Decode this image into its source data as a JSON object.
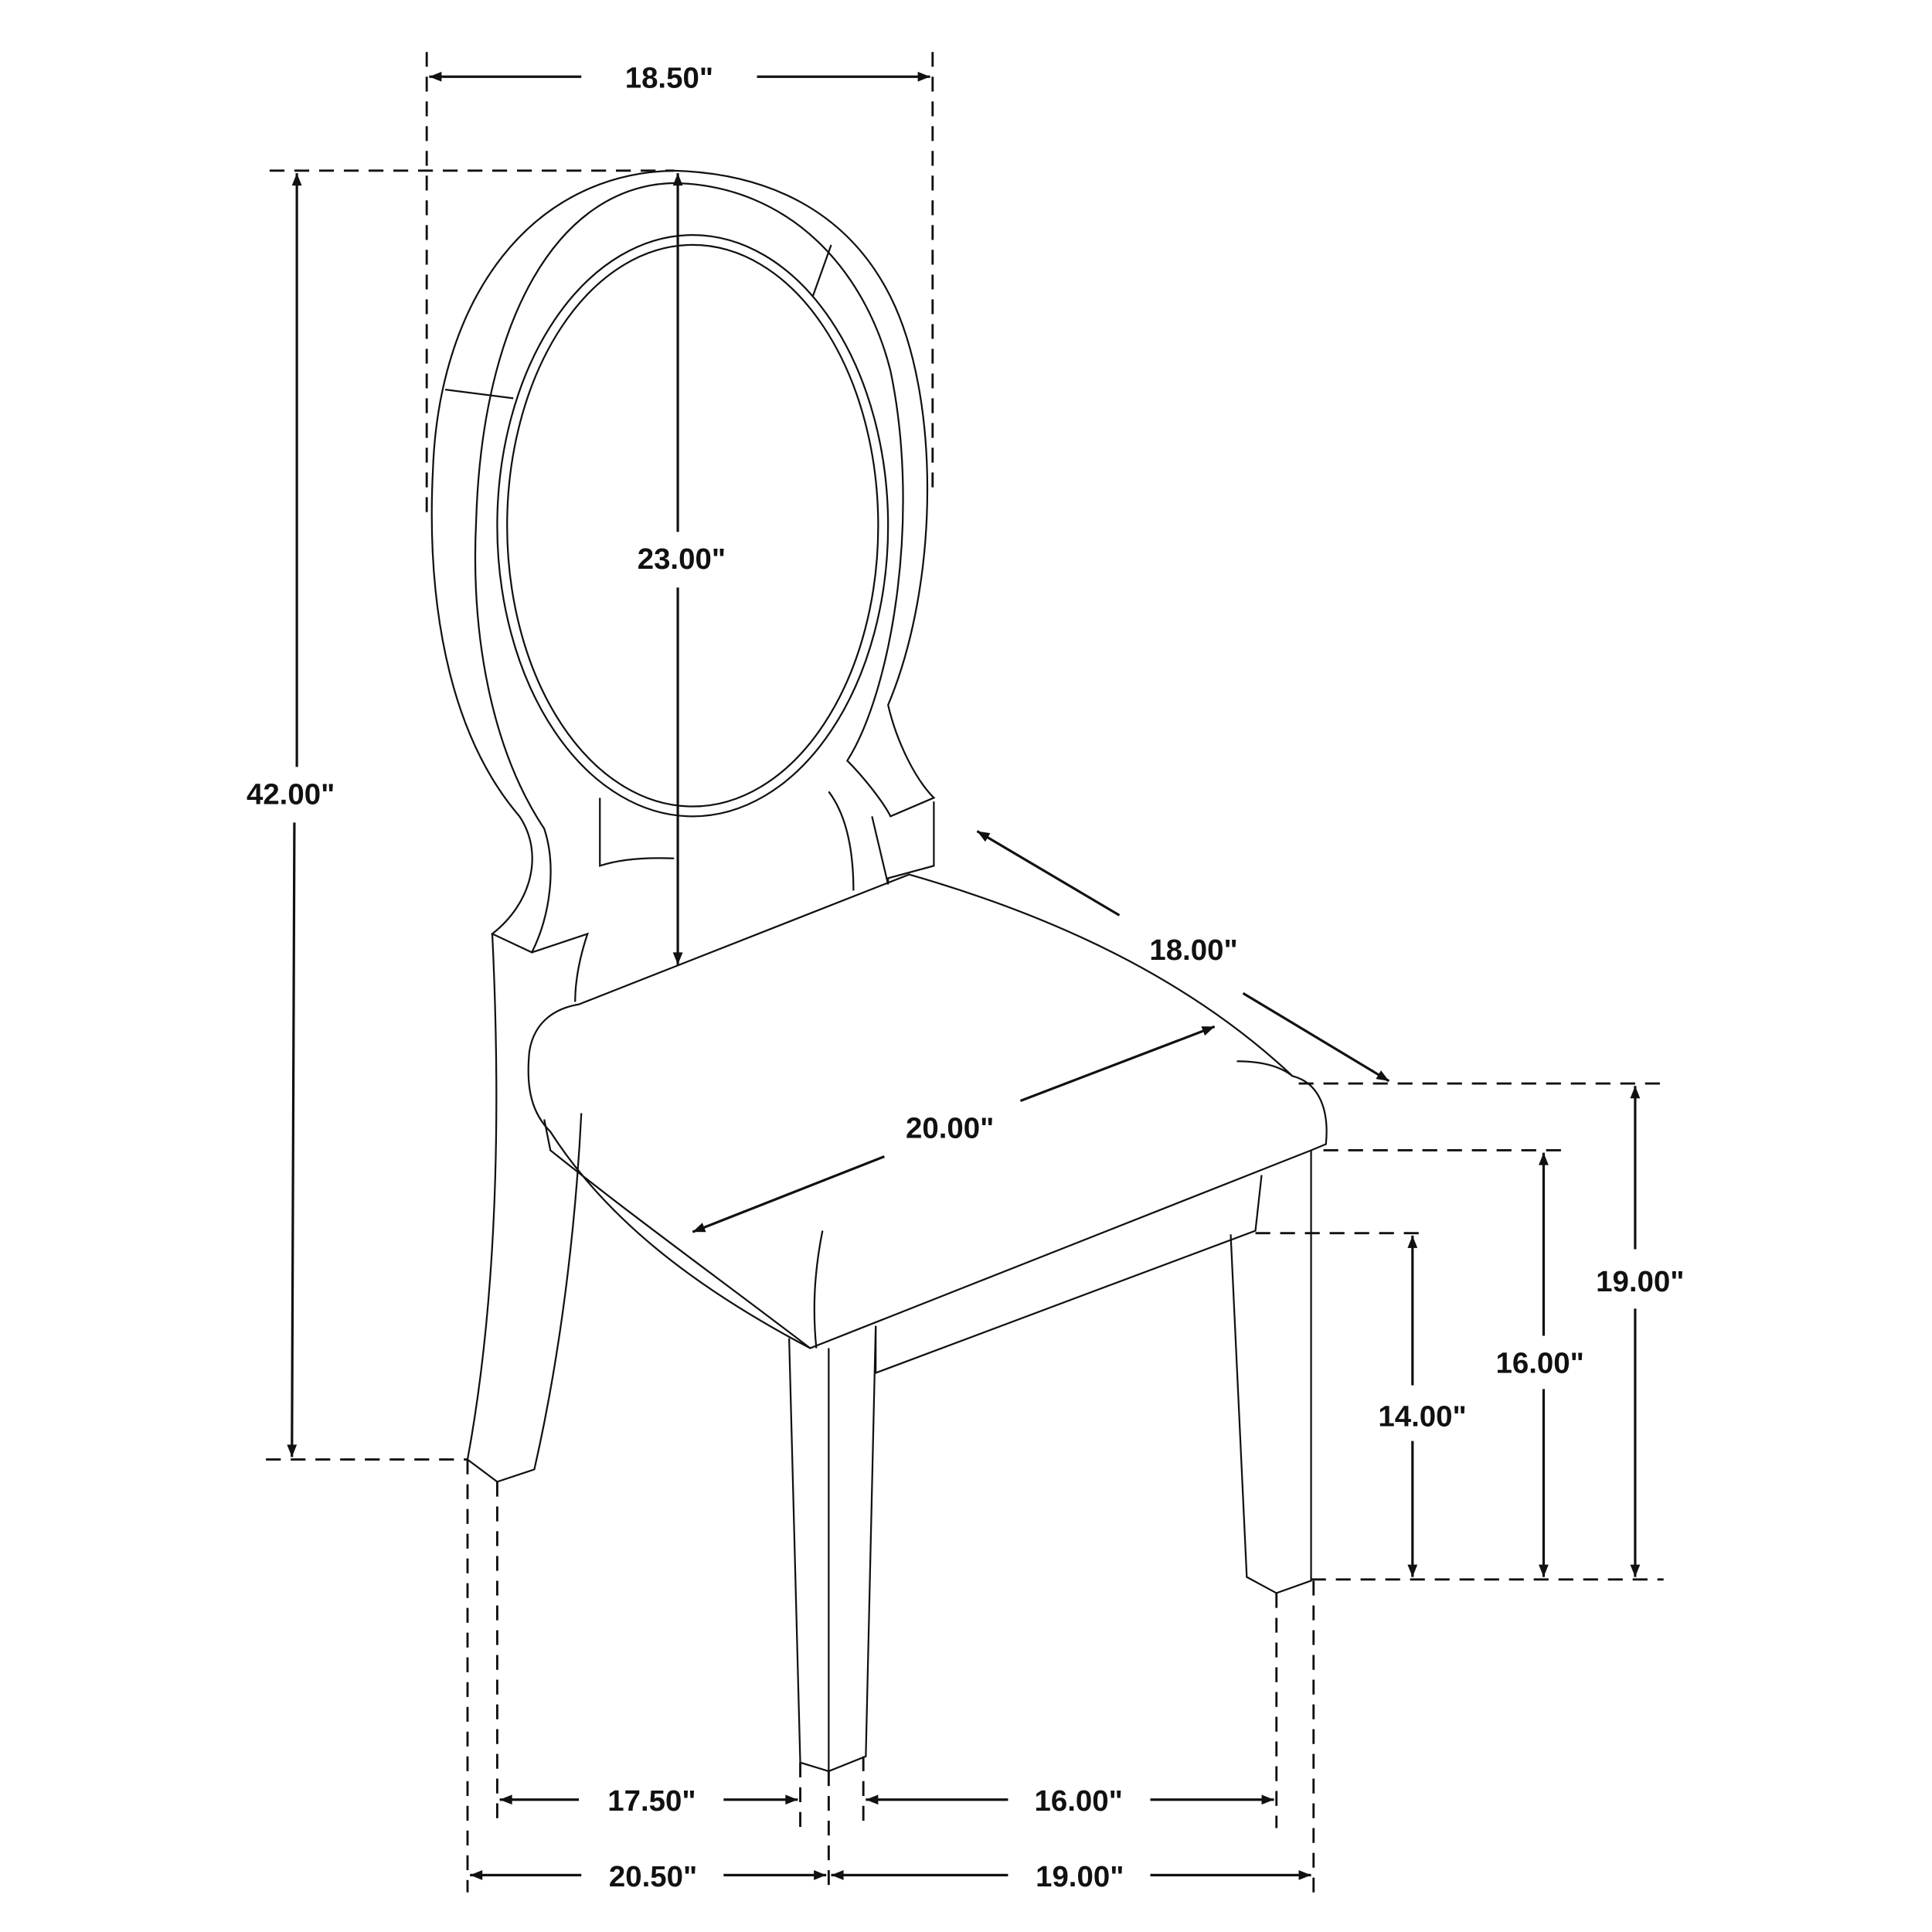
{
  "diagram": {
    "subject": "Dining chair with oval back — dimension drawing",
    "colors": {
      "line": "#111111",
      "background": "#ffffff"
    },
    "dimensions": {
      "back_width": "18.50\"",
      "overall_height": "42.00\"",
      "back_height": "23.00\"",
      "seat_depth": "18.00\"",
      "seat_width": "20.00\"",
      "seat_height": "19.00\"",
      "apron_height": "16.00\"",
      "stretcher_height": "14.00\"",
      "inner_leg_depth": "17.50\"",
      "inner_leg_width": "16.00\"",
      "outer_leg_depth": "20.50\"",
      "outer_leg_width": "19.00\""
    }
  }
}
